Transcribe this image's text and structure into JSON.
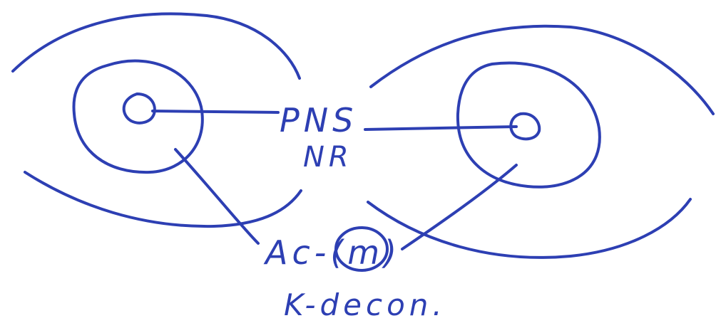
{
  "diagram": {
    "ink_color": "#2d3fb3",
    "labels": {
      "pns": "PNS",
      "nr": "NR",
      "ac_prefix": "Ac-",
      "ac_circled": "(m)",
      "kdecon": "K-decon."
    }
  }
}
